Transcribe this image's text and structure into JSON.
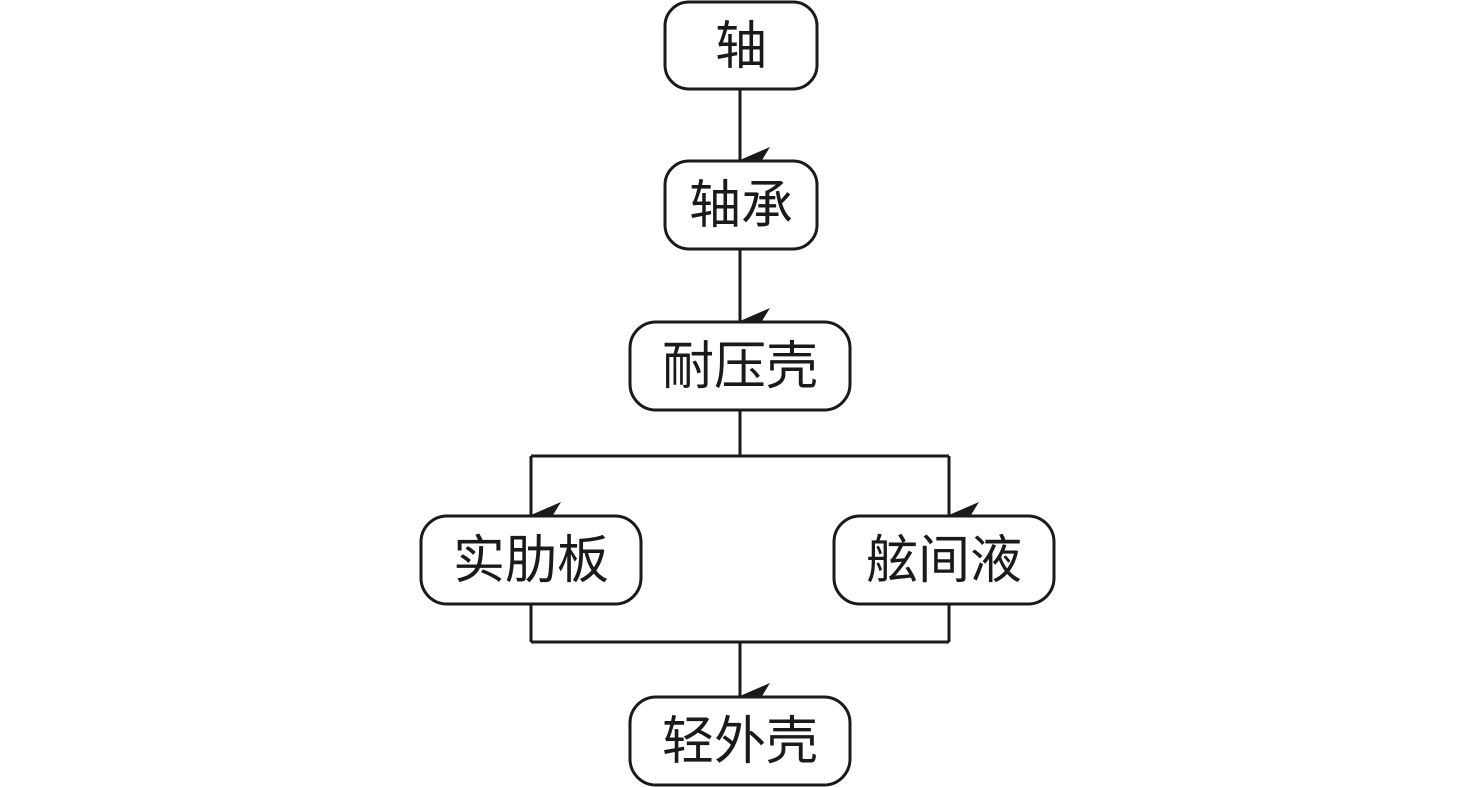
{
  "diagram": {
    "nodes": {
      "shaft": "轴",
      "bearing": "轴承",
      "pressure_hull": "耐压壳",
      "solid_rib_plate": "实肋板",
      "interhull_fluid": "舷间液",
      "light_outer_hull": "轻外壳"
    },
    "edges": [
      {
        "from": "shaft",
        "to": "bearing"
      },
      {
        "from": "bearing",
        "to": "pressure_hull"
      },
      {
        "from": "pressure_hull",
        "to": "solid_rib_plate"
      },
      {
        "from": "pressure_hull",
        "to": "interhull_fluid"
      },
      {
        "from": "solid_rib_plate",
        "to": "light_outer_hull"
      },
      {
        "from": "interhull_fluid",
        "to": "light_outer_hull"
      }
    ],
    "colors": {
      "stroke": "#1a1a1a",
      "fill": "#ffffff"
    }
  }
}
